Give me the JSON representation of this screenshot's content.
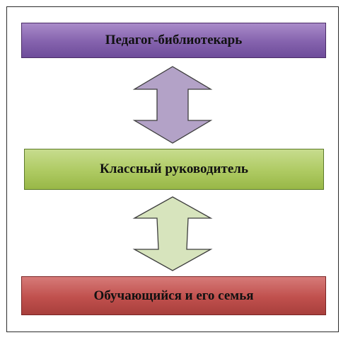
{
  "nodes": {
    "top": {
      "label": "Педагог-библиотекарь",
      "fill": "#8064A2"
    },
    "middle": {
      "label": "Классный руководитель",
      "fill": "#9BBB59"
    },
    "bottom": {
      "label": "Обучающийся и его семья",
      "fill": "#C0504D"
    }
  },
  "connectors": [
    {
      "from": "top",
      "to": "middle",
      "type": "bidirectional",
      "fill": "#B3A2C7"
    },
    {
      "from": "middle",
      "to": "bottom",
      "type": "bidirectional",
      "fill": "#D7E4BD"
    }
  ]
}
